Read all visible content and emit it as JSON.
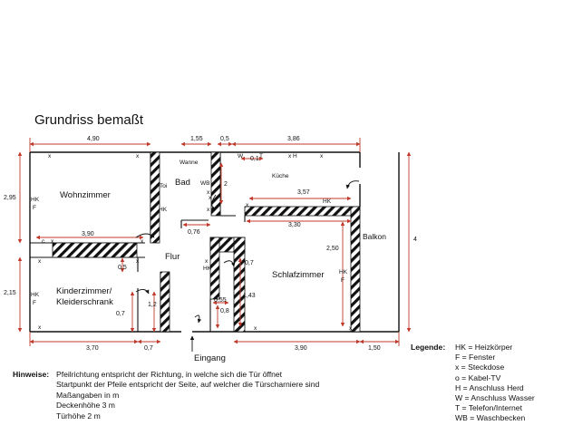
{
  "title": "Grundriss bemaßt",
  "dims": {
    "top_4_90": "4,90",
    "top_1_55": "1,55",
    "top_0_5": "0,5",
    "top_3_86": "3,86",
    "left_2_95": "2,95",
    "left_2_15": "2,15",
    "right_4": "4",
    "bottom_3_70": "3,70",
    "bottom_0_7": "0,7",
    "bottom_3_90": "3,90",
    "bottom_1_50": "1,50",
    "inner_3_90": "3,90",
    "inner_3_57": "3,57",
    "inner_3_30": "3,30",
    "inner_2_50": "2,50",
    "inner_2": "2",
    "inner_0_76": "0,76",
    "inner_0_5": "0,5",
    "inner_1_2": "1,2",
    "inner_0_7_kinder": "0,7",
    "inner_0_7_flur": "0,7",
    "inner_1_43": "1,43",
    "inner_0_55": "0,55",
    "inner_0_8": "0,8",
    "inner_0_1": "0,1"
  },
  "rooms": {
    "wohnzimmer": "Wohnzimmer",
    "bad": "Bad",
    "wanne": "Wanne",
    "kueche": "Küche",
    "balkon": "Balkon",
    "flur": "Flur",
    "schlafzimmer": "Schlafzimmer",
    "kinderzimmer_1": "Kinderzimmer/",
    "kinderzimmer_2": "Kleiderschrank",
    "eingang": "Eingang"
  },
  "marks": {
    "hk": "HK",
    "f": "F",
    "x": "x",
    "c": "c",
    "toi": "Toi",
    "wb": "WB",
    "w": "W",
    "t": "T",
    "xh": "x H"
  },
  "hinweise": {
    "label": "Hinweise:",
    "lines": [
      "Pfeilrichtung entspricht der Richtung, in welche sich die Tür öffnet",
      "Startpunkt der Pfeile entspricht der Seite, auf welcher die Türscharniere sind",
      "Maßangaben in m",
      "Deckenhöhe 3 m",
      "Türhöhe 2 m"
    ]
  },
  "legende": {
    "label": "Legende:",
    "lines": [
      "HK = Heizkörper",
      "F = Fenster",
      "x = Steckdose",
      "o = Kabel-TV",
      "H = Anschluss Herd",
      "W = Anschluss Wasser",
      "T = Telefon/Internet",
      "WB = Waschbecken"
    ]
  }
}
